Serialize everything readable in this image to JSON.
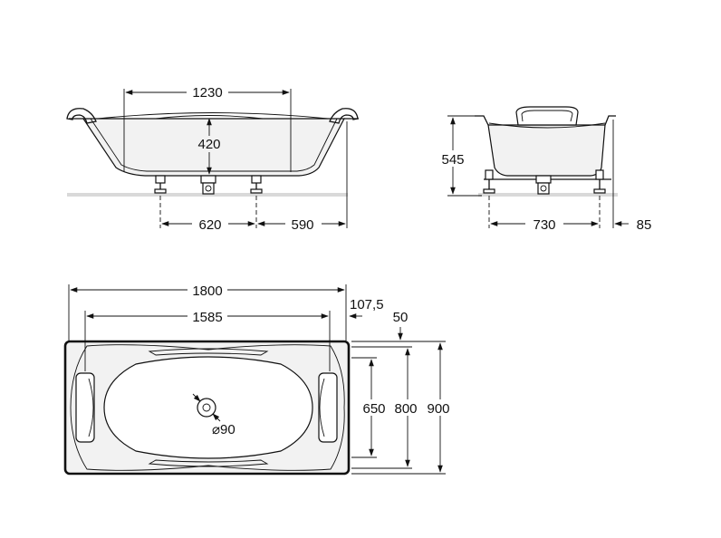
{
  "side_view": {
    "dims": {
      "top_width": "1230",
      "depth": "420",
      "foot_spacing": "620",
      "foot_to_end": "590"
    }
  },
  "end_view": {
    "dims": {
      "height": "545",
      "foot_spacing": "730",
      "offset": "85"
    }
  },
  "plan_view": {
    "dims": {
      "length": "1800",
      "inner_length": "1585",
      "overhang": "107,5",
      "inset": "50",
      "inner_width": "650",
      "mid_width": "800",
      "width": "900",
      "drain": "⌀90"
    }
  }
}
